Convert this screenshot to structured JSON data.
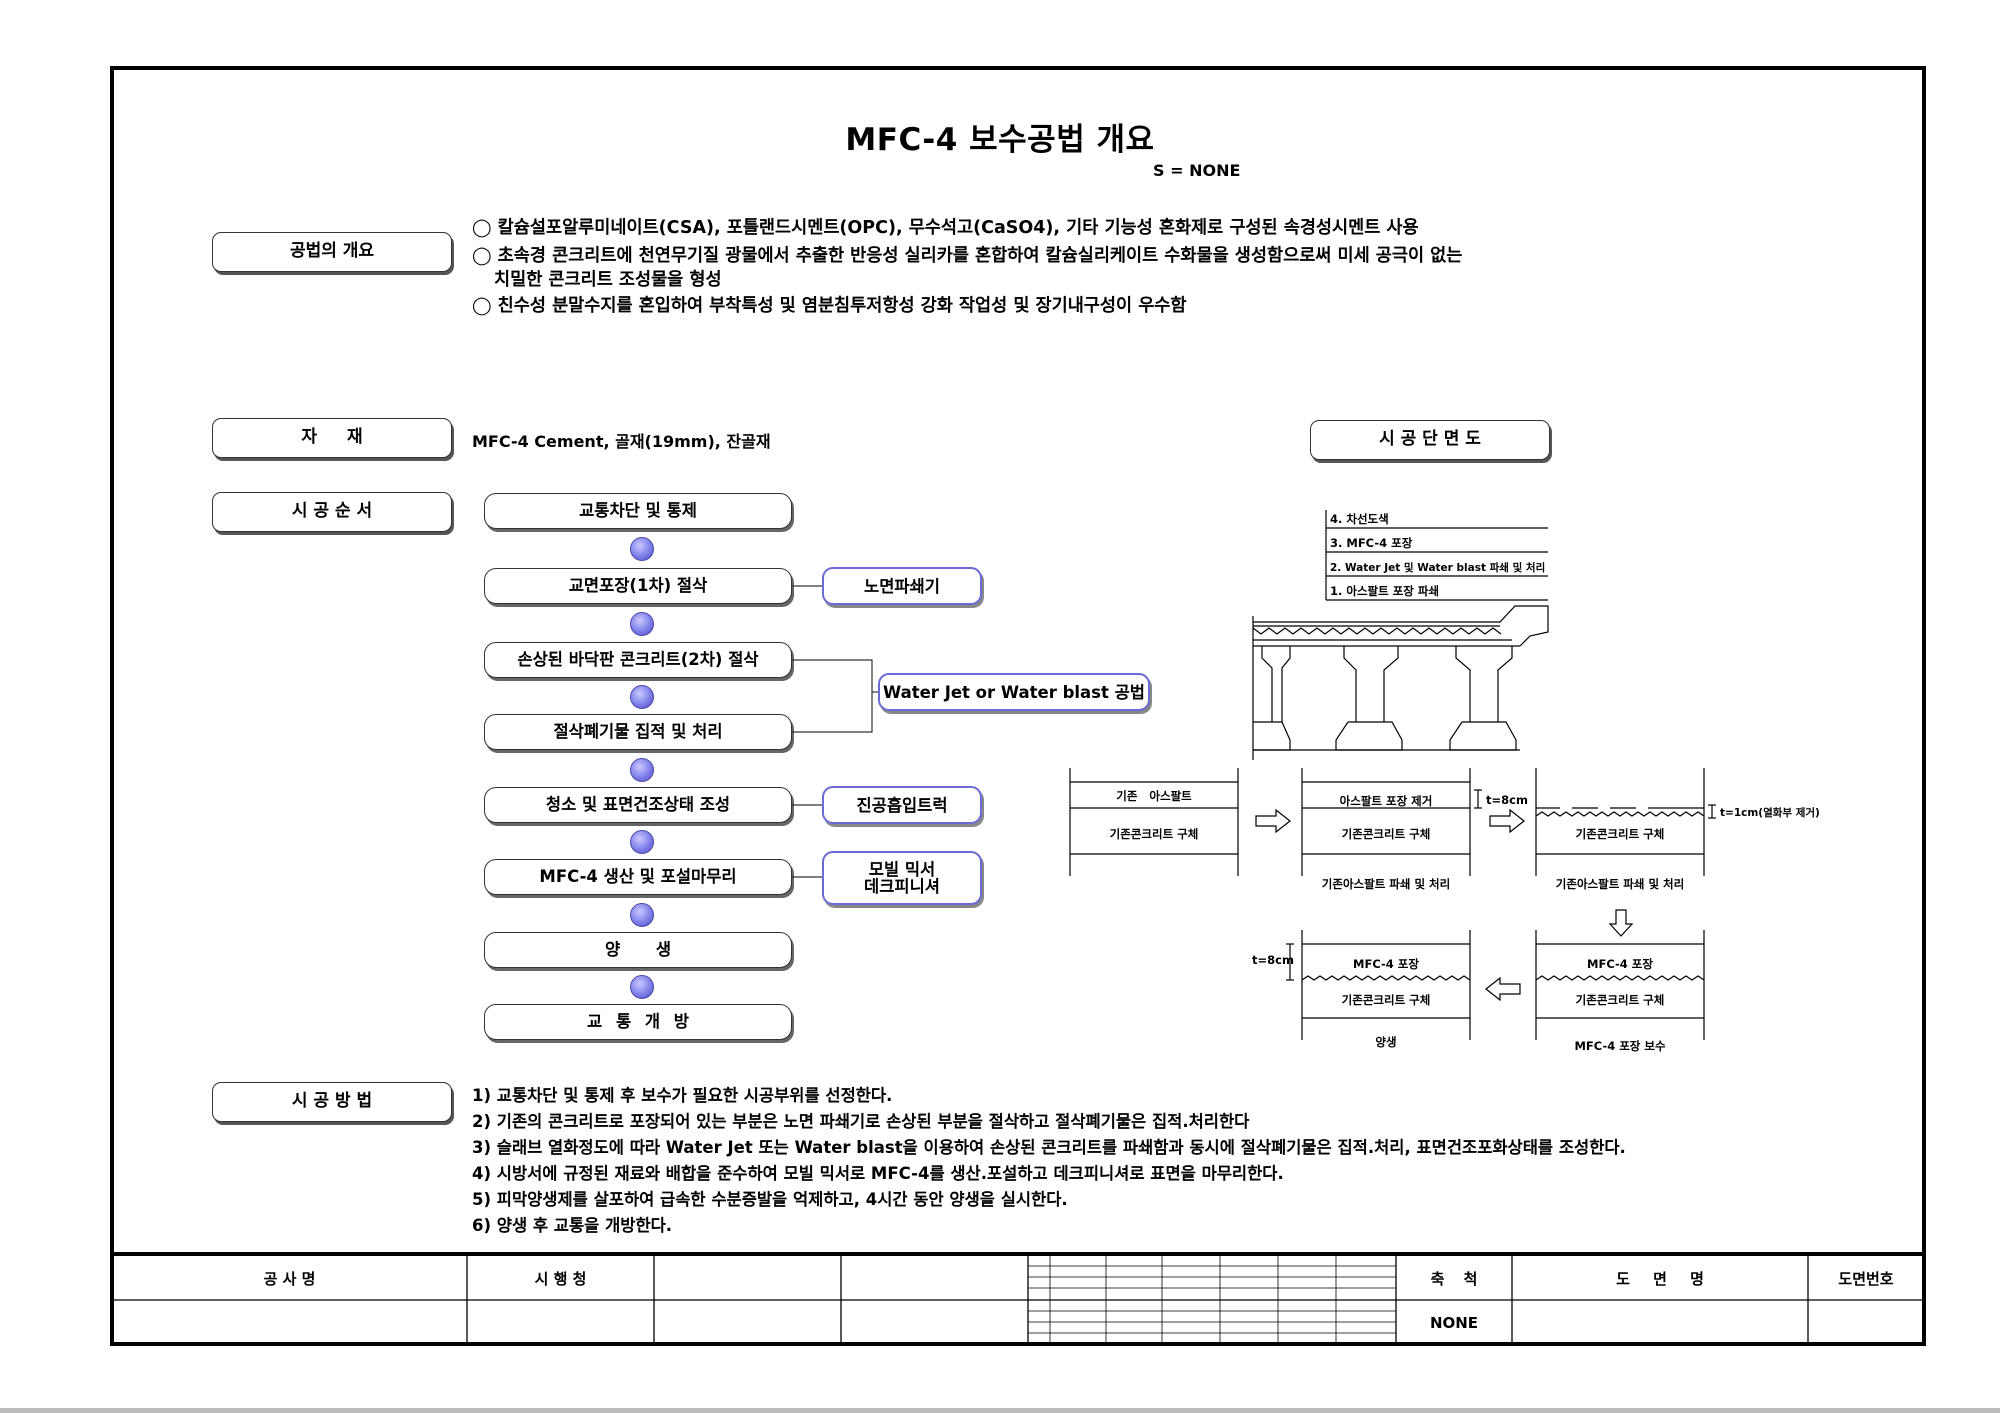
{
  "title": "MFC-4 보수공법 개요",
  "scale": "S = NONE",
  "sections": {
    "overview": {
      "label": "공법의 개요",
      "lines": [
        "◯ 칼슘설포알루미네이트(CSA), 포틀랜드시멘트(OPC), 무수석고(CaSO4), 기타 기능성 혼화제로 구성된 속경성시멘트 사용",
        "◯ 초속경 콘크리트에 천연무기질 광물에서 추출한 반응성 실리카를 혼합하여 칼슘실리케이트 수화물을 생성함으로써 미세 공극이 없는",
        "치밀한 콘크리트 조성물을 형성",
        "◯ 친수성 분말수지를 혼입하여 부착특성 및 염분침투저항성 강화 작업성 및 장기내구성이 우수함"
      ]
    },
    "material": {
      "label": "자 재",
      "text": "MFC-4 Cement, 골재(19mm), 잔골재"
    },
    "sequence": {
      "label": "시 공 순 서",
      "steps": [
        "교통차단 및 통제",
        "교면포장(1차) 절삭",
        "손상된 바닥판 콘크리트(2차) 절삭",
        "절삭폐기물 집적 및 처리",
        "청소 및 표면건조상태 조성",
        "MFC-4 생산 및 포설마무리",
        "양 생",
        "교 통 개 방"
      ],
      "equipment": {
        "planer": "노면파쇄기",
        "waterjet": "Water Jet or Water blast 공법",
        "vacuum": "진공흡입트럭",
        "mixer_line1": "모빌 믹서",
        "mixer_line2": "데크피니셔"
      }
    },
    "section_view": {
      "label": "시 공 단 면 도",
      "layers": [
        "4. 차선도색",
        "3. MFC-4 포장",
        "2. Water Jet 및 Water blast 파쇄 및 처리",
        "1. 아스팔트 포장 파쇄"
      ],
      "stage1": {
        "top": "기존 아스팔트",
        "bottom": "기존콘크리트 구체"
      },
      "stage2": {
        "top": "아스팔트 포장 제거",
        "bottom": "기존콘크리트 구체",
        "caption": "기존아스팔트 파쇄 및 처리",
        "dim": "t=8cm"
      },
      "stage3": {
        "bottom": "기존콘크리트 구체",
        "caption": "기존아스팔트 파쇄 및 처리",
        "dim": "t=1cm(열화부 제거)"
      },
      "stage4": {
        "top": "MFC-4 포장",
        "bottom": "기존콘크리트 구체",
        "caption": "MFC-4 포장 보수"
      },
      "stage5": {
        "top": "MFC-4 포장",
        "bottom": "기존콘크리트 구체",
        "caption": "양생",
        "dim": "t=8cm"
      }
    },
    "method": {
      "label": "시 공 방 법",
      "lines": [
        "1) 교통차단 및 통제 후 보수가 필요한 시공부위를 선정한다.",
        "2) 기존의 콘크리트로 포장되어 있는 부분은 노면 파쇄기로 손상된 부분을 절삭하고 절삭폐기물은 집적.처리한다",
        "3) 슬래브 열화정도에 따라 Water Jet 또는 Water blast을 이용하여 손상된 콘크리트를 파쇄함과 동시에 절삭폐기물은 집적.처리, 표면건조포화상태를 조성한다.",
        "4) 시방서에 규정된 재료와 배합을 준수하여 모빌 믹서로 MFC-4를 생산.포설하고 데크피니셔로 표면을 마무리한다.",
        "5) 피막양생제를 살포하여 급속한 수분증발을 억제하고, 4시간 동안 양생을 실시한다.",
        "6) 양생 후 교통을 개방한다."
      ]
    }
  },
  "title_block": {
    "project_name": "공 사 명",
    "owner": "시 행 청",
    "scale_label": "축 척",
    "scale_value": "NONE",
    "drawing_name": "도 면 명",
    "drawing_number": "도면번호"
  }
}
